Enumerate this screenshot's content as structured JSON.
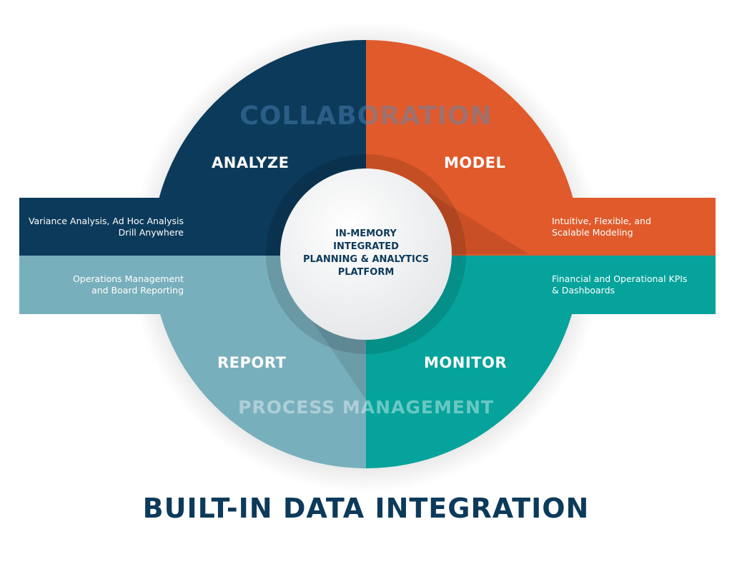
{
  "colors": {
    "navy": "#0c3a5a",
    "orange": "#e05a2b",
    "light_teal": "#78afbc",
    "teal": "#05a39b"
  },
  "diagram": {
    "center": [
      "IN-MEMORY",
      "INTEGRATED",
      "PLANNING & ANALYTICS",
      "PLATFORM"
    ],
    "top_ring_label": "COLLABORATION",
    "bottom_ring_label": "PROCESS MANAGEMENT",
    "quadrants": {
      "analyze": {
        "label": "ANALYZE",
        "desc": [
          "Variance Analysis, Ad Hoc Analysis",
          "Drill Anywhere"
        ]
      },
      "model": {
        "label": "MODEL",
        "desc": [
          "Intuitive, Flexible, and",
          "Scalable Modeling"
        ]
      },
      "report": {
        "label": "REPORT",
        "desc": [
          "Operations Management",
          "and Board Reporting"
        ]
      },
      "monitor": {
        "label": "MONITOR",
        "desc": [
          "Financial and Operational KPIs",
          "& Dashboards"
        ]
      }
    },
    "footer": "BUILT-IN DATA INTEGRATION"
  }
}
